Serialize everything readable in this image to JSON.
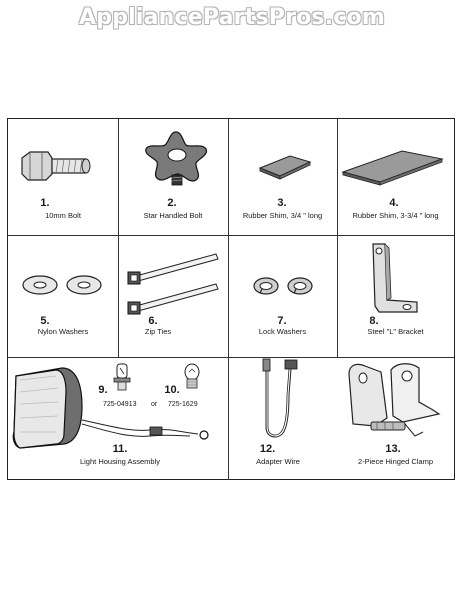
{
  "watermark": "AppliancePartsPros.com",
  "parts": [
    {
      "number": "1.",
      "label": "10mm Bolt"
    },
    {
      "number": "2.",
      "label": "Star Handled Bolt"
    },
    {
      "number": "3.",
      "label": "Rubber Shim, 3/4 \" long"
    },
    {
      "number": "4.",
      "label": "Rubber Shim, 3-3/4 \" long"
    },
    {
      "number": "5.",
      "label": "Nylon Washers"
    },
    {
      "number": "6.",
      "label": "Zip Ties"
    },
    {
      "number": "7.",
      "label": "Lock Washers"
    },
    {
      "number": "8.",
      "label": "Steel \"L\" Bracket"
    },
    {
      "number": "9.",
      "label": "725-04913"
    },
    {
      "number": "10.",
      "label": "725-1629"
    },
    {
      "number": "11.",
      "label": "Light Housing Assembly"
    },
    {
      "number": "12.",
      "label": "Adapter Wire"
    },
    {
      "number": "13.",
      "label": "2-Piece Hinged Clamp"
    }
  ],
  "or_text": "or"
}
